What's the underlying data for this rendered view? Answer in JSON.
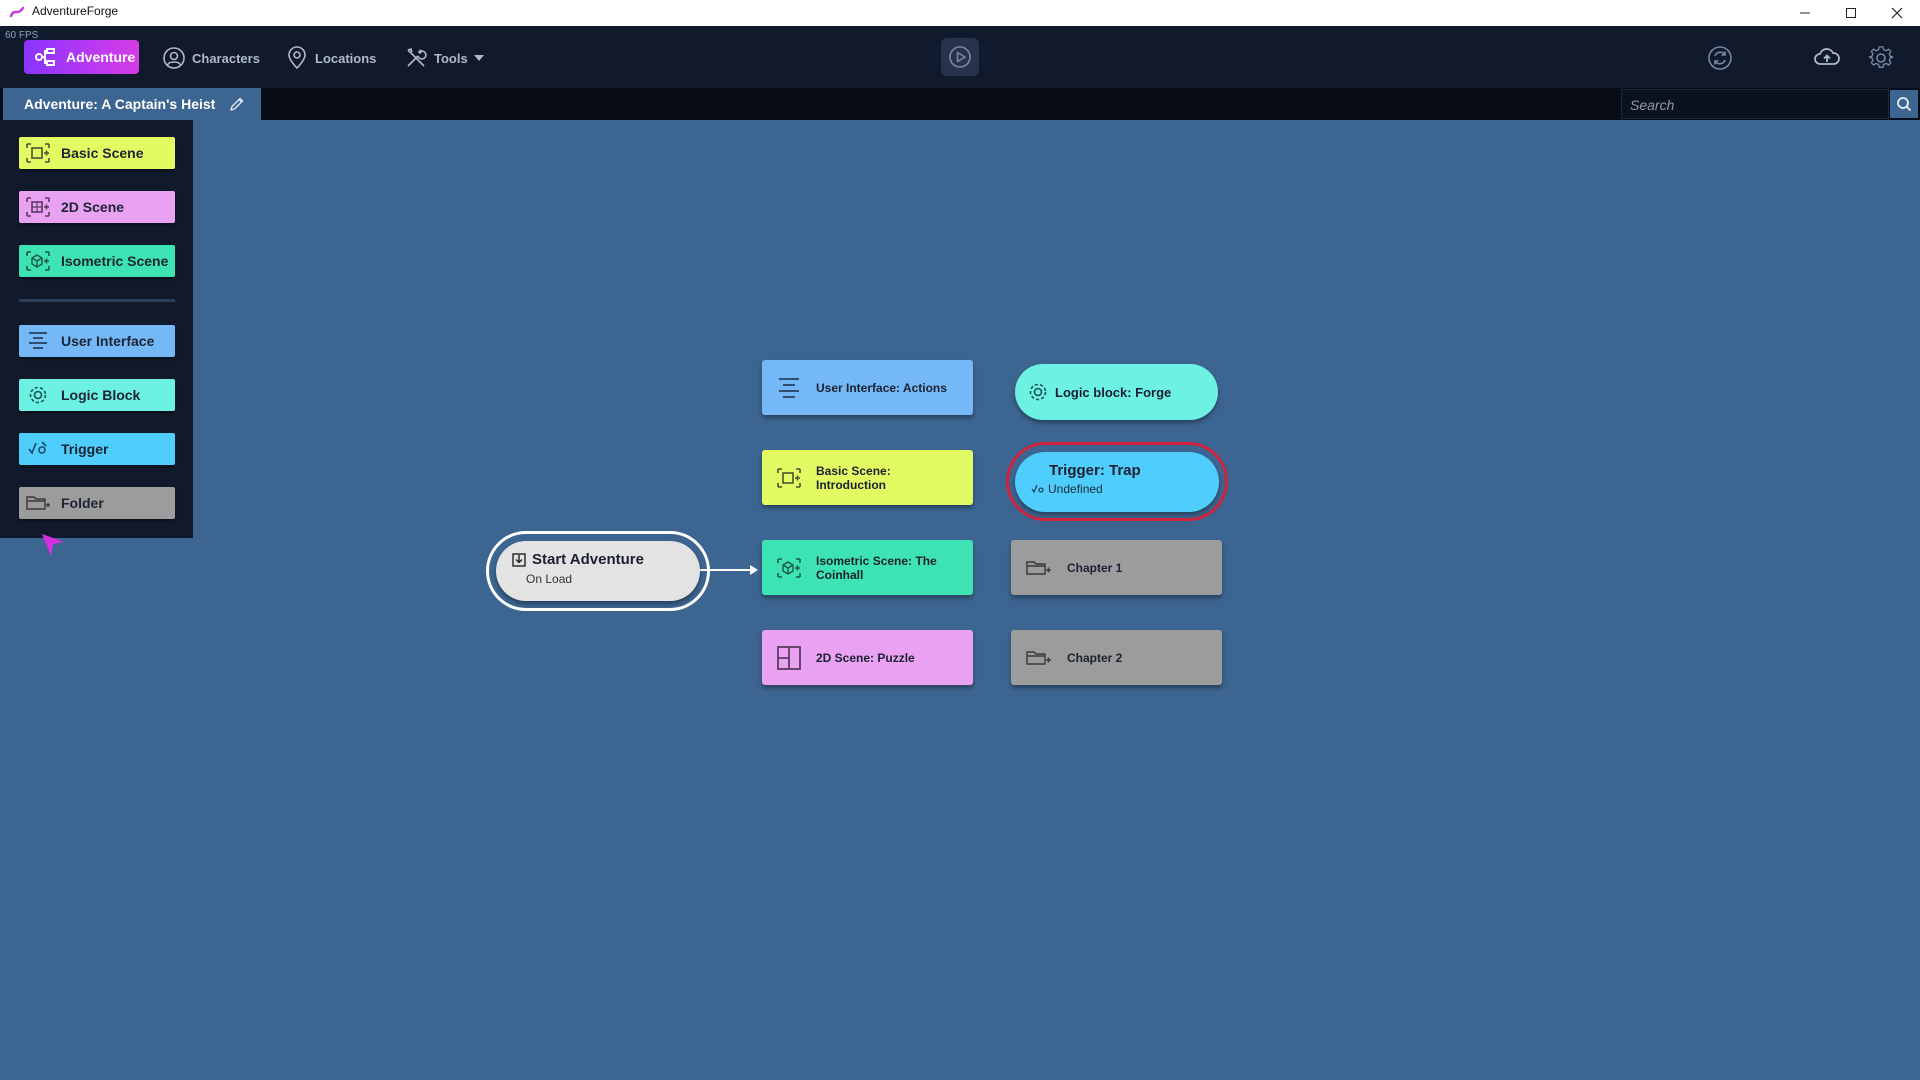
{
  "window": {
    "title": "AdventureForge",
    "fps": "60 FPS"
  },
  "nav": {
    "adventure": "Adventure",
    "characters": "Characters",
    "locations": "Locations",
    "tools": "Tools"
  },
  "tab": {
    "title": "Adventure: A Captain's Heist"
  },
  "search": {
    "placeholder": "Search"
  },
  "palette": {
    "items": [
      {
        "label": "Basic Scene",
        "color": "#e3fb62"
      },
      {
        "label": "2D Scene",
        "color": "#e9a1f2"
      },
      {
        "label": "Isometric Scene",
        "color": "#3de3b2"
      },
      {
        "label": "User Interface",
        "color": "#74b8f7"
      },
      {
        "label": "Logic Block",
        "color": "#6cf1e3"
      },
      {
        "label": "Trigger",
        "color": "#4fcdfd"
      },
      {
        "label": "Folder",
        "color": "#9c9c9c"
      }
    ]
  },
  "graph": {
    "start": {
      "title": "Start Adventure",
      "subtitle": "On Load"
    },
    "nodes": {
      "ui_actions": "User Interface: Actions",
      "basic_intro": "Basic Scene: Introduction",
      "iso_coinhall": "Isometric Scene: The Coinhall",
      "puzzle_2d": "2D Scene: Puzzle",
      "logic_forge": "Logic block: Forge",
      "trigger_trap": {
        "title": "Trigger: Trap",
        "subtitle": "Undefined"
      },
      "chapter1": "Chapter 1",
      "chapter2": "Chapter 2"
    }
  },
  "colors": {
    "canvas": "#3d6591",
    "nav_bg": "#111a2c",
    "accent_gradient": [
      "#8a35ff",
      "#d63ce6"
    ],
    "selection": "#d0233c"
  }
}
